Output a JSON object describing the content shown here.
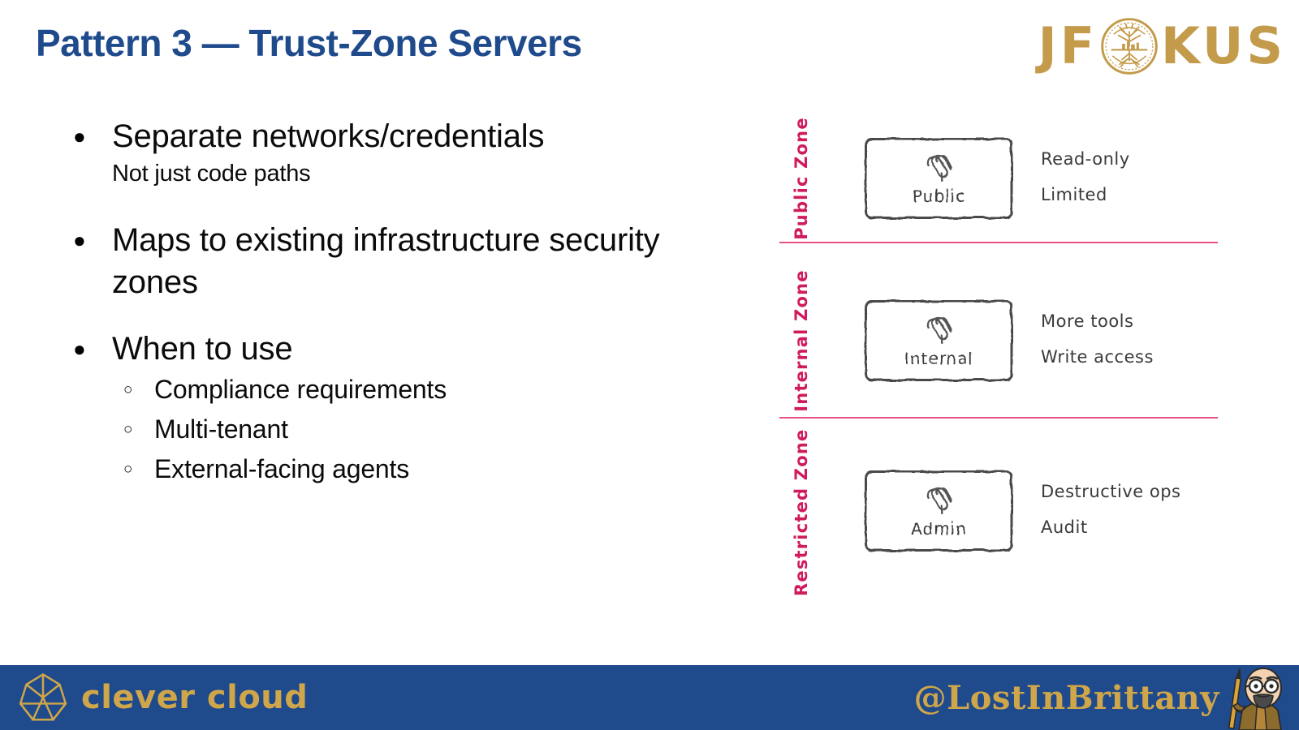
{
  "slide": {
    "title": "Pattern 3 — Trust-Zone Servers"
  },
  "brand": {
    "conference_logo": "jfokus-logo",
    "conference_text_left": "JF",
    "conference_text_right": "KUS",
    "conference_emblem": "tree-of-life-icon",
    "gold": "#c39b4b",
    "blue": "#1f4a8c",
    "crimson": "#d01b5e"
  },
  "bullets": [
    {
      "bullet_glyph": "●",
      "text": "Separate networks/credentials",
      "sub_text": "Not just code paths",
      "subitems": []
    },
    {
      "bullet_glyph": "●",
      "text": "Maps to existing infrastructure security zones",
      "sub_text": "",
      "subitems": []
    },
    {
      "bullet_glyph": "●",
      "text": "When to use",
      "sub_text": "",
      "subitems": [
        {
          "glyph": "○",
          "text": "Compliance requirements"
        },
        {
          "glyph": "○",
          "text": "Multi-tenant"
        },
        {
          "glyph": "○",
          "text": "External-facing agents"
        }
      ]
    }
  ],
  "diagram": {
    "zones": [
      {
        "label": "Public Zone",
        "box_label": "Public",
        "box_icon": "paperclip-icon",
        "notes": [
          "Read-only",
          "Limited"
        ]
      },
      {
        "label": "Internal Zone",
        "box_label": "Internal",
        "box_icon": "paperclip-icon",
        "notes": [
          "More tools",
          "Write access"
        ]
      },
      {
        "label": "Restricted Zone",
        "box_label": "Admin",
        "box_icon": "paperclip-icon",
        "notes": [
          "Destructive ops",
          "Audit"
        ]
      }
    ]
  },
  "footer": {
    "company": "clever cloud",
    "company_mark": "clever-cloud-polyhedron-icon",
    "handle": "@LostInBrittany",
    "avatar": "speaker-avatar"
  }
}
